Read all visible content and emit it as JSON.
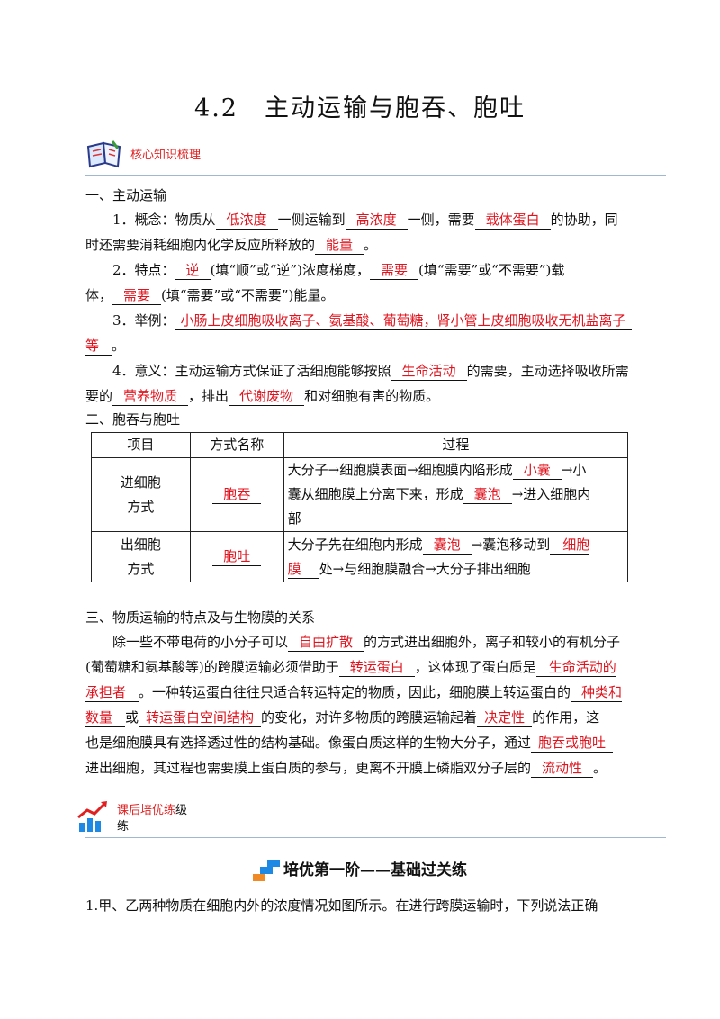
{
  "title": "4.2　主动运输与胞吞、胞吐",
  "core_section": {
    "label": "核心知识梳理",
    "icon": "book-icon"
  },
  "s1": {
    "heading": "一、主动运输",
    "p1": {
      "a": "1．概念：物质从",
      "b": "低浓度",
      "c": "一侧运输到",
      "d": "高浓度",
      "e": "一侧，需要",
      "f": "载体蛋白",
      "g": "的协助，同",
      "h": "时还需要消耗细胞内化学反应所释放的",
      "i": "能量",
      "j": "。"
    },
    "p2": {
      "a": "2．特点：",
      "b": "逆",
      "c": "(填“顺”或“逆”)浓度梯度，",
      "d": "需要",
      "e": "(填“需要”或“不需要”)载",
      "f": "体，",
      "g": "需要",
      "h": "(填“需要”或“不需要”)能量。"
    },
    "p3": {
      "a": "3．举例：",
      "b": "小肠上皮细胞吸收离子、氨基酸、葡萄糖，肾小管上皮细胞吸收无机盐离子",
      "c": "等",
      "d": "。"
    },
    "p4": {
      "a": "4．意义：主动运输方式保证了活细胞能够按照",
      "b": "生命活动",
      "c": "的需要，主动选择吸收所需",
      "d": "要的",
      "e": "营养物质",
      "f": "，排出",
      "g": "代谢废物",
      "h": "和对细胞有害的物质。"
    }
  },
  "s2": {
    "heading": "二、胞吞与胞吐",
    "table": {
      "headers": [
        "项目",
        "方式名称",
        "过程"
      ],
      "rows": [
        {
          "item1": "进细胞",
          "item2": "方式",
          "name": "胞吞",
          "p_a": "大分子→细胞膜表面→细胞膜内陷形成",
          "p_b": "小囊",
          "p_c": "→小",
          "p_d": "囊从细胞膜上分离下来，形成",
          "p_e": "囊泡",
          "p_f": "→进入细胞内",
          "p_g": "部"
        },
        {
          "item1": "出细胞",
          "item2": "方式",
          "name": "胞吐",
          "p_a": "大分子先在细胞内形成",
          "p_b": "囊泡",
          "p_c": "→囊泡移动到",
          "p_d": "细胞",
          "p_e": "膜",
          "p_f": "处→与细胞膜融合→大分子排出细胞"
        }
      ]
    }
  },
  "s3": {
    "heading": "三、物质运输的特点及与生物膜的关系",
    "l1": {
      "a": "除一些不带电荷的小分子可以",
      "b": "自由扩散",
      "c": "的方式进出细胞外，离子和较小的有机分子"
    },
    "l2": {
      "a": "(葡萄糖和氨基酸等)的跨膜运输必须借助于",
      "b": "转运蛋白",
      "c": "，这体现了蛋白质是",
      "d": "生命活动的"
    },
    "l3": {
      "a": "承担者",
      "b": "。一种转运蛋白往往只适合转运特定的物质，因此，细胞膜上转运蛋白的",
      "c": "种类和"
    },
    "l4": {
      "a": "数量",
      "b": "或",
      "c": "转运蛋白空间结构",
      "d": "的变化，对许多物质的跨膜运输起着",
      "e": "决定性",
      "f": "的作用，这"
    },
    "l5": {
      "a": "也是细胞膜具有选择透过性的结构基础。像蛋白质这样的生物大分子，通过",
      "b": "胞吞或胞吐"
    },
    "l6": {
      "a": "进出细胞，其过程也需要膜上蛋白质的参与，更离不开膜上磷脂双分子层的",
      "b": "流动性",
      "c": "。"
    }
  },
  "practice_section": {
    "label_red": "课后培优练",
    "label_black": "级",
    "label_line2": "练",
    "icon": "growth-chart-icon"
  },
  "stage_title": "培优第一阶——基础过关练",
  "q1": "1.甲、乙两种物质在细胞内外的浓度情况如图所示。在进行跨膜运输时，下列说法正确",
  "colors": {
    "answer": "#e0141e",
    "rule": "#9fb7cf",
    "stage_icon": "#1e88e5"
  }
}
